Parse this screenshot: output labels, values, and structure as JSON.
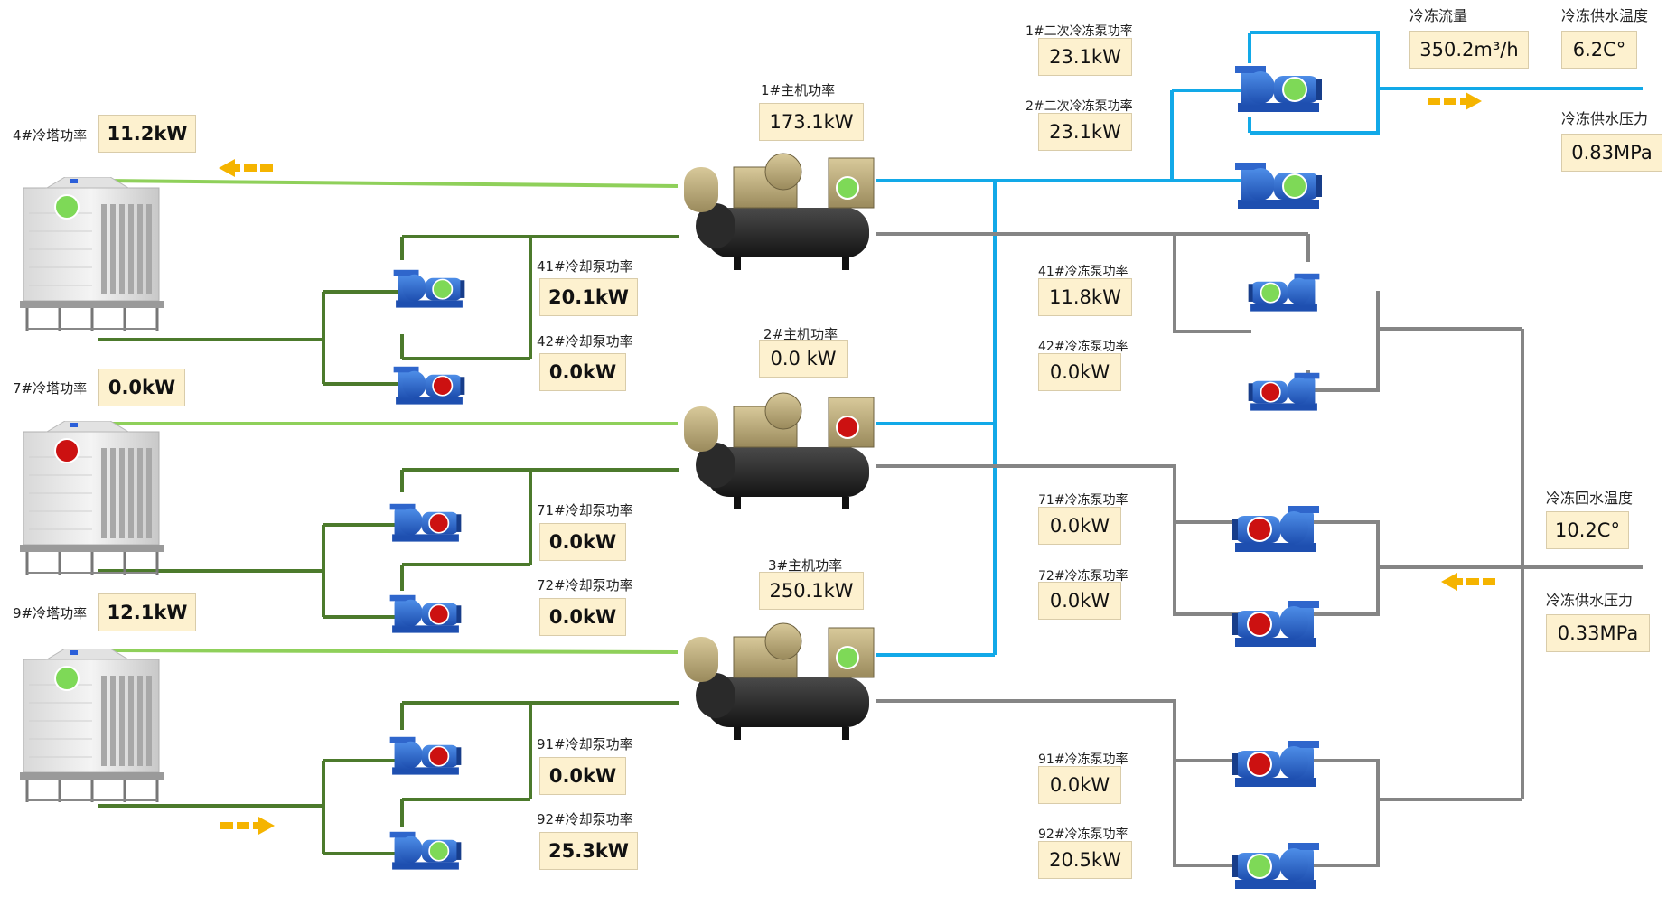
{
  "status_colors": {
    "running": "#7ed957",
    "stopped": "#cc1111"
  },
  "pipe_colors": {
    "chilled_supply": "#12a9e8",
    "chilled_return": "#858585",
    "cooling_hot": "#8fd05a",
    "cooling_cold": "#4c7a2c"
  },
  "towers": [
    {
      "label": "4#冷塔功率",
      "value": "11.2kW",
      "status": "running"
    },
    {
      "label": "7#冷塔功率",
      "value": "0.0kW",
      "status": "stopped"
    },
    {
      "label": "9#冷塔功率",
      "value": "12.1kW",
      "status": "running"
    }
  ],
  "cooling_pumps": [
    {
      "label": "41#冷却泵功率",
      "value": "20.1kW",
      "status": "running"
    },
    {
      "label": "42#冷却泵功率",
      "value": "0.0kW",
      "status": "stopped"
    },
    {
      "label": "71#冷却泵功率",
      "value": "0.0kW",
      "status": "stopped"
    },
    {
      "label": "72#冷却泵功率",
      "value": "0.0kW",
      "status": "stopped"
    },
    {
      "label": "91#冷却泵功率",
      "value": "0.0kW",
      "status": "stopped"
    },
    {
      "label": "92#冷却泵功率",
      "value": "25.3kW",
      "status": "running"
    }
  ],
  "chillers": [
    {
      "label": "1#主机功率",
      "value": "173.1kW",
      "status": "running"
    },
    {
      "label": "2#主机功率",
      "value": "0.0 kW",
      "status": "stopped"
    },
    {
      "label": "3#主机功率",
      "value": "250.1kW",
      "status": "running"
    }
  ],
  "secondary_pumps": [
    {
      "label": "1#二次冷冻泵功率",
      "value": "23.1kW",
      "status": "running"
    },
    {
      "label": "2#二次冷冻泵功率",
      "value": "23.1kW",
      "status": "running"
    }
  ],
  "chilled_pumps": [
    {
      "label": "41#冷冻泵功率",
      "value": "11.8kW",
      "status": "running"
    },
    {
      "label": "42#冷冻泵功率",
      "value": "0.0kW",
      "status": "stopped"
    },
    {
      "label": "71#冷冻泵功率",
      "value": "0.0kW",
      "status": "stopped"
    },
    {
      "label": "72#冷冻泵功率",
      "value": "0.0kW",
      "status": "stopped"
    },
    {
      "label": "91#冷冻泵功率",
      "value": "0.0kW",
      "status": "stopped"
    },
    {
      "label": "92#冷冻泵功率",
      "value": "20.5kW",
      "status": "running"
    }
  ],
  "sensors": {
    "flow": {
      "label": "冷冻流量",
      "value": "350.2m³/h"
    },
    "supply_temp": {
      "label": "冷冻供水温度",
      "value": "6.2C°"
    },
    "supply_pressure": {
      "label": "冷冻供水压力",
      "value": "0.83MPa"
    },
    "return_temp": {
      "label": "冷冻回水温度",
      "value": "10.2C°"
    },
    "return_pressure": {
      "label": "冷冻供水压力",
      "value": "0.33MPa"
    }
  }
}
